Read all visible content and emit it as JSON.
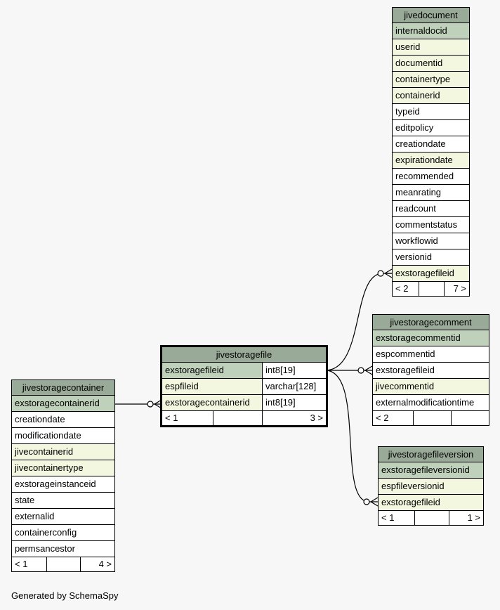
{
  "tables": {
    "jivedocument": {
      "name": "jivedocument",
      "columns": [
        {
          "name": "internaldocid",
          "kind": "pk"
        },
        {
          "name": "userid",
          "kind": "fk"
        },
        {
          "name": "documentid",
          "kind": "fk"
        },
        {
          "name": "containertype",
          "kind": "fk"
        },
        {
          "name": "containerid",
          "kind": "fk"
        },
        {
          "name": "typeid",
          "kind": "plain"
        },
        {
          "name": "editpolicy",
          "kind": "plain"
        },
        {
          "name": "creationdate",
          "kind": "plain"
        },
        {
          "name": "expirationdate",
          "kind": "fk"
        },
        {
          "name": "recommended",
          "kind": "plain"
        },
        {
          "name": "meanrating",
          "kind": "plain"
        },
        {
          "name": "readcount",
          "kind": "plain"
        },
        {
          "name": "commentstatus",
          "kind": "plain"
        },
        {
          "name": "workflowid",
          "kind": "plain"
        },
        {
          "name": "versionid",
          "kind": "plain"
        },
        {
          "name": "exstoragefileid",
          "kind": "fk"
        }
      ],
      "footer": {
        "parents": "< 2",
        "mid": "",
        "children": "7 >"
      }
    },
    "jivestoragecomment": {
      "name": "jivestoragecomment",
      "columns": [
        {
          "name": "exstoragecommentid",
          "kind": "pk"
        },
        {
          "name": "espcommentid",
          "kind": "plain"
        },
        {
          "name": "exstoragefileid",
          "kind": "plain"
        },
        {
          "name": "jivecommentid",
          "kind": "fk"
        },
        {
          "name": "externalmodificationtime",
          "kind": "plain"
        }
      ],
      "footer": {
        "parents": "< 2",
        "mid": "",
        "children": ""
      }
    },
    "jivestoragefileversion": {
      "name": "jivestoragefileversion",
      "columns": [
        {
          "name": "exstoragefileversionid",
          "kind": "pk"
        },
        {
          "name": "espfileversionid",
          "kind": "fk"
        },
        {
          "name": "exstoragefileid",
          "kind": "fk"
        }
      ],
      "footer": {
        "parents": "< 1",
        "mid": "",
        "children": "1 >"
      }
    },
    "jivestoragefile": {
      "name": "jivestoragefile",
      "columns": [
        {
          "name": "exstoragefileid",
          "type": "int8[19]",
          "kind": "pk"
        },
        {
          "name": "espfileid",
          "type": "varchar[128]",
          "kind": "fk"
        },
        {
          "name": "exstoragecontainerid",
          "type": "int8[19]",
          "kind": "fk"
        }
      ],
      "footer": {
        "parents": "< 1",
        "mid": "",
        "children": "3 >"
      }
    },
    "jivestoragecontainer": {
      "name": "jivestoragecontainer",
      "columns": [
        {
          "name": "exstoragecontainerid",
          "kind": "pk"
        },
        {
          "name": "creationdate",
          "kind": "plain"
        },
        {
          "name": "modificationdate",
          "kind": "plain"
        },
        {
          "name": "jivecontainerid",
          "kind": "fk"
        },
        {
          "name": "jivecontainertype",
          "kind": "fk"
        },
        {
          "name": "exstorageinstanceid",
          "kind": "plain"
        },
        {
          "name": "state",
          "kind": "plain"
        },
        {
          "name": "externalid",
          "kind": "plain"
        },
        {
          "name": "containerconfig",
          "kind": "plain"
        },
        {
          "name": "permsancestor",
          "kind": "plain"
        }
      ],
      "footer": {
        "parents": "< 1",
        "mid": "",
        "children": "4 >"
      }
    }
  },
  "credit": "Generated by SchemaSpy"
}
